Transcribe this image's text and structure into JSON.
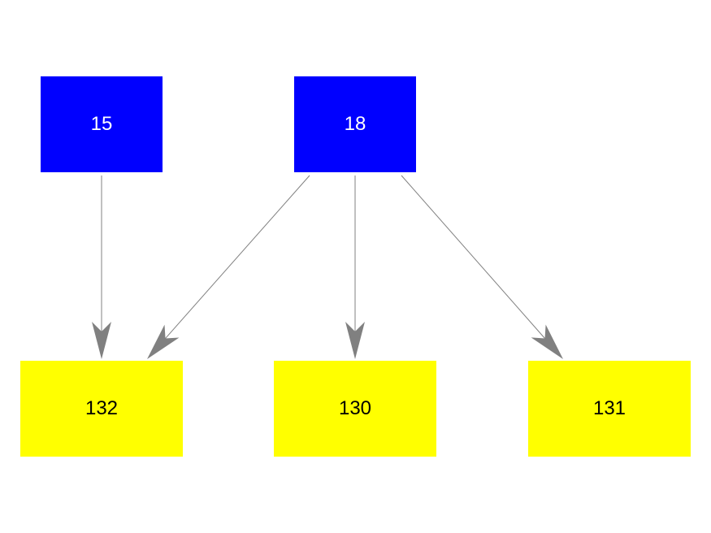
{
  "colors": {
    "source_fill": "#0000ff",
    "source_text": "#ffffff",
    "target_fill": "#ffff00",
    "target_text": "#000000",
    "edge": "#808080",
    "background": "#ffffff"
  },
  "nodes": {
    "n15": {
      "label": "15",
      "group": "source"
    },
    "n18": {
      "label": "18",
      "group": "source"
    },
    "n132": {
      "label": "132",
      "group": "target"
    },
    "n130": {
      "label": "130",
      "group": "target"
    },
    "n131": {
      "label": "131",
      "group": "target"
    }
  },
  "edges": [
    {
      "from": "15",
      "to": "132"
    },
    {
      "from": "18",
      "to": "132"
    },
    {
      "from": "18",
      "to": "130"
    },
    {
      "from": "18",
      "to": "131"
    }
  ]
}
